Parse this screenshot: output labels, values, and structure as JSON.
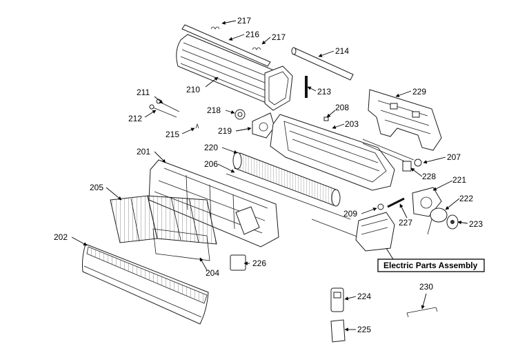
{
  "labels": {
    "l201": "201",
    "l202": "202",
    "l203": "203",
    "l204": "204",
    "l205": "205",
    "l206": "206",
    "l207": "207",
    "l208": "208",
    "l209": "209",
    "l210": "210",
    "l211": "211",
    "l212": "212",
    "l213": "213",
    "l214": "214",
    "l215": "215",
    "l216": "216",
    "l217a": "217",
    "l217b": "217",
    "l218": "218",
    "l219": "219",
    "l220": "220",
    "l221": "221",
    "l222": "222",
    "l223": "223",
    "l224": "224",
    "l225": "225",
    "l226": "226",
    "l227": "227",
    "l228": "228",
    "l229": "229",
    "l230": "230"
  },
  "caption": "Electric Parts Assembly"
}
